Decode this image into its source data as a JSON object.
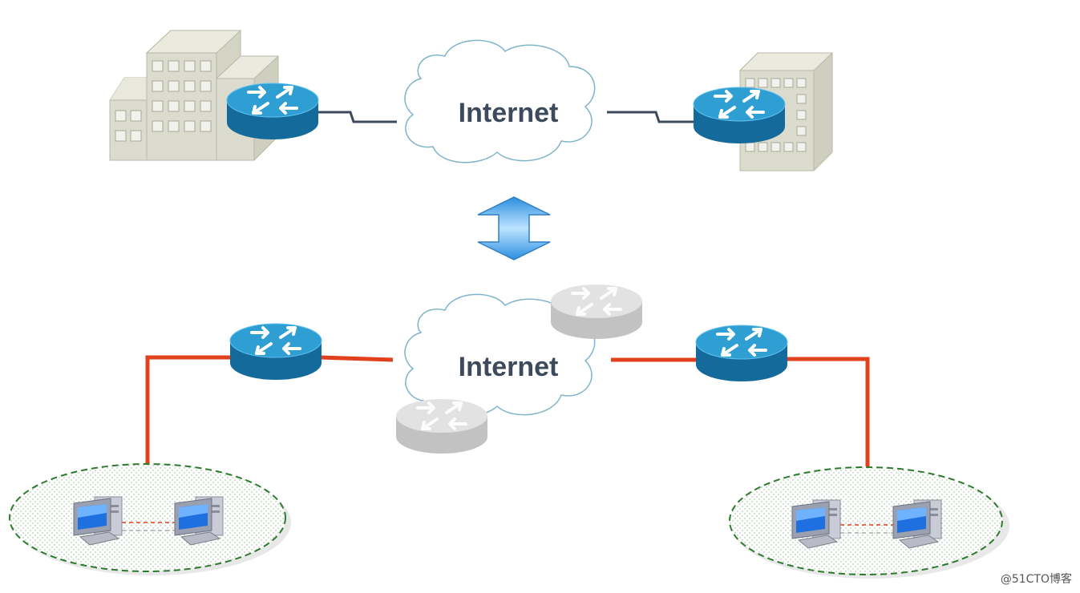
{
  "top_section": {
    "cloud_label": "Internet"
  },
  "bottom_section": {
    "cloud_label": "Internet"
  },
  "watermark": "@51CTO博客",
  "colors": {
    "router_top": "#2f9fd3",
    "router_side": "#156a9c",
    "router_gray_top": "#e2e2e2",
    "router_gray_side": "#c2c2c2",
    "serial_link": "#3d4a5c",
    "vpn_tunnel": "#e0401b",
    "lan_border": "#2d7a2d",
    "cloud_stroke": "#7fb4c9",
    "arrow_fill": "#4aa8e8",
    "building": "#dcdcce"
  },
  "icons": [
    "building-icon",
    "router-icon",
    "cloud-icon",
    "double-arrow-icon",
    "workstation-icon"
  ]
}
